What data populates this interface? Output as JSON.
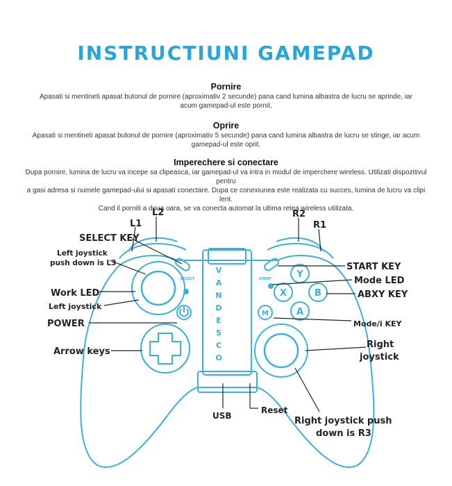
{
  "title": "INSTRUCTIUNI GAMEPAD",
  "sections": [
    {
      "heading": "Pornire",
      "lines": [
        "Apasati si mentineti apasat butonul de pornire (aproximativ 2 secunde) pana cand lumina albastra de lucru se aprinde, iar",
        "acum gamepad-ul este pornit."
      ]
    },
    {
      "heading": "Oprire",
      "lines": [
        "Apasati si mentineti apasat butonul de pornire (aproximativ 5 secunde) pana cand lumina albastra de lucru se stinge, iar acum",
        "gamepad-ul este oprit."
      ]
    },
    {
      "heading": "Imperechere si conectare",
      "lines": [
        "Dupa pornire, lumina de lucru va incepe sa clipeasca, iar gamepad-ul va intra in modul de imperchere wireless. Utilizati dispozitivul pentru",
        "a gasi adresa si numele gamepad-ului si apasati conectare. Dupa ce conexiunea este realizata cu succes, lumina de lucru va clipi lent.",
        "Cand il porniti a doua oara, se va conecta automat la ultima retea wireless utilizata."
      ]
    }
  ],
  "diagram": {
    "brand": "VANDESCO",
    "labels": {
      "l2": "L2",
      "l1": "L1",
      "r2": "R2",
      "r1": "R1",
      "select_key": "SELECT KEY",
      "left_joystick_push_1": "Left joystick",
      "left_joystick_push_2": "push down is L3",
      "work_led": "Work LED",
      "left_joystick": "Left joystick",
      "power": "POWER",
      "arrow_keys": "Arrow keys",
      "usb": "USB",
      "reset": "Reset",
      "start_key": "START KEY",
      "mode_led": "Mode LED",
      "abxy_key": "ABXY KEY",
      "mode_i_key": "Mode/i KEY",
      "right_joystick_1": "Right",
      "right_joystick_2": "joystick",
      "right_push_1": "Right joystick push",
      "right_push_2": "down is R3"
    },
    "button_text": {
      "select": "SELECT",
      "start": "START",
      "y": "Y",
      "x": "X",
      "b": "B",
      "a": "A",
      "m": "M"
    },
    "colors": {
      "accent": "#29a6d6",
      "outline": "#3bb0dc",
      "line": "#222222"
    }
  }
}
